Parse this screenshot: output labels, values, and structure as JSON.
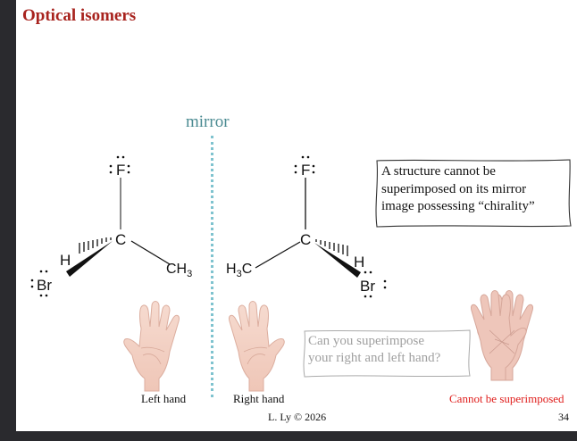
{
  "slide": {
    "title": "Optical isomers",
    "mirror_label": "mirror",
    "left_molecule": {
      "top_atom": "F",
      "center_atom": "C",
      "right_group": "CH",
      "right_group_sub": "3",
      "hashed_atom": "H",
      "wedge_atom": "Br"
    },
    "right_molecule": {
      "top_atom": "F",
      "center_atom": "C",
      "left_group_pre": "H",
      "left_group_sub": "3",
      "left_group_post": "C",
      "hashed_atom": "H",
      "wedge_atom": "Br"
    },
    "callout_chirality": {
      "line1": "A structure cannot be",
      "line2": "superimposed on its mirror",
      "line3": "image possessing “chirality”"
    },
    "callout_question": {
      "line1": "Can you superimpose",
      "line2": "your right and left hand?"
    },
    "labels": {
      "left_hand": "Left hand",
      "right_hand": "Right hand",
      "overlay": "Cannot be superimposed"
    },
    "colors": {
      "title": "#a8231e",
      "mirror": "#4a8a91",
      "mirror_line": "#7fc3cf",
      "overlay_label": "#e0201e",
      "skin": "#f2cfc3",
      "skin_outline": "#d9a596"
    },
    "footer": "L. Ly © 2026",
    "page_number": "34"
  }
}
